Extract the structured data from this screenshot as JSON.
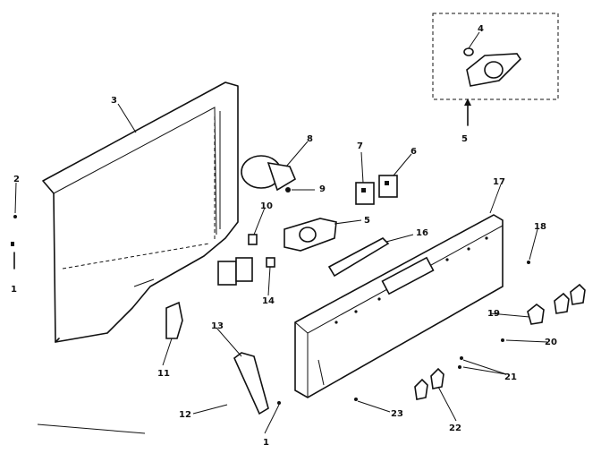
{
  "diagram": {
    "callouts": [
      {
        "id": "c1a",
        "text": "1"
      },
      {
        "id": "c1b",
        "text": "1"
      },
      {
        "id": "c2",
        "text": "2"
      },
      {
        "id": "c3",
        "text": "3"
      },
      {
        "id": "c4",
        "text": "4"
      },
      {
        "id": "c5a",
        "text": "5"
      },
      {
        "id": "c5b",
        "text": "5"
      },
      {
        "id": "c6",
        "text": "6"
      },
      {
        "id": "c7",
        "text": "7"
      },
      {
        "id": "c8",
        "text": "8"
      },
      {
        "id": "c9",
        "text": "9"
      },
      {
        "id": "c10",
        "text": "10"
      },
      {
        "id": "c11",
        "text": "11"
      },
      {
        "id": "c12",
        "text": "12"
      },
      {
        "id": "c13",
        "text": "13"
      },
      {
        "id": "c14",
        "text": "14"
      },
      {
        "id": "c16",
        "text": "16"
      },
      {
        "id": "c17",
        "text": "17"
      },
      {
        "id": "c18",
        "text": "18"
      },
      {
        "id": "c19",
        "text": "19"
      },
      {
        "id": "c20",
        "text": "20"
      },
      {
        "id": "c21",
        "text": "21"
      },
      {
        "id": "c22",
        "text": "22"
      },
      {
        "id": "c23",
        "text": "23"
      }
    ]
  }
}
